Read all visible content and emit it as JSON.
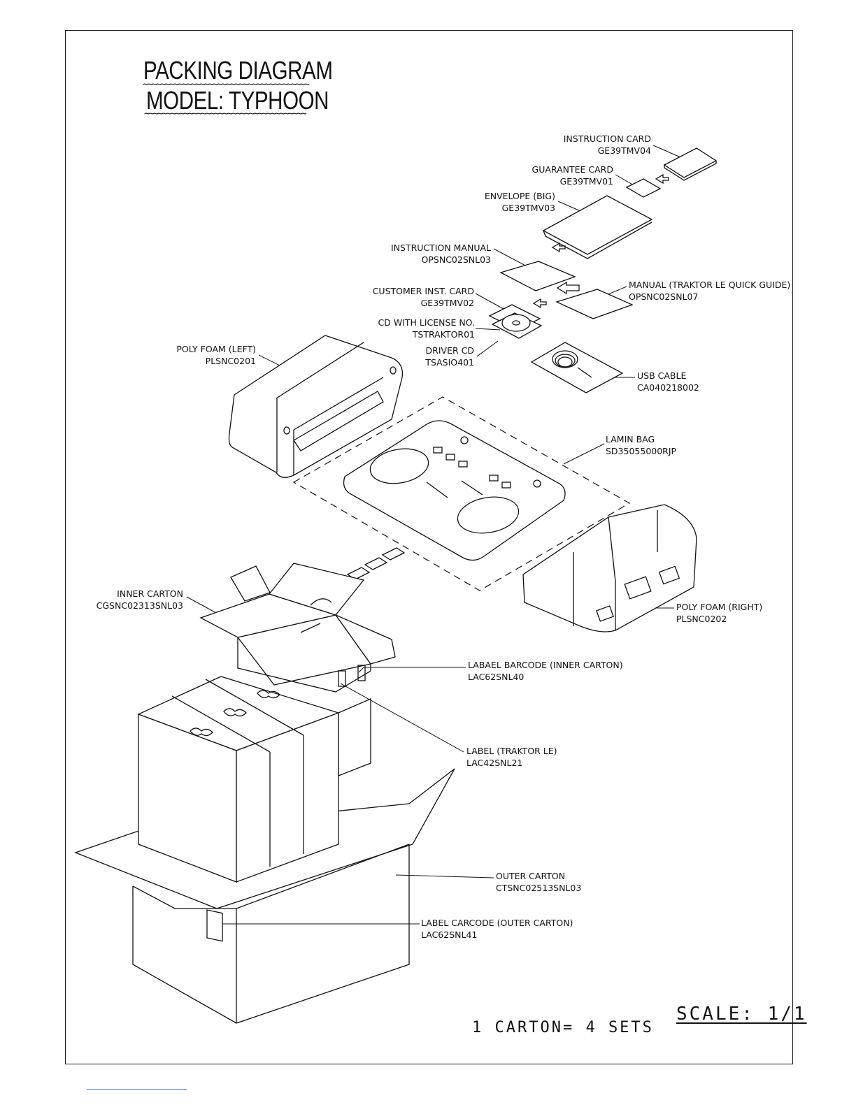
{
  "title": {
    "line1": "PACKING DIAGRAM",
    "line2": "MODEL: TYPHOON"
  },
  "parts": {
    "instruction_card": {
      "name": "INSTRUCTION CARD",
      "code": "GE39TMV04"
    },
    "guarantee_card": {
      "name": "GUARANTEE CARD",
      "code": "GE39TMV01"
    },
    "envelope_big": {
      "name": "ENVELOPE (BIG)",
      "code": "GE39TMV03"
    },
    "instruction_manual": {
      "name": "INSTRUCTION MANUAL",
      "code": "OPSNC02SNL03"
    },
    "traktor_manual": {
      "name": "MANUAL (TRAKTOR LE QUICK GUIDE)",
      "code": "OPSNC02SNL07"
    },
    "customer_inst_card": {
      "name": "CUSTOMER INST. CARD",
      "code": "GE39TMV02"
    },
    "cd_license": {
      "name": "CD WITH LICENSE NO.",
      "code": "TSTRAKTOR01"
    },
    "driver_cd": {
      "name": "DRIVER CD",
      "code": "TSASIO401"
    },
    "poly_foam_left": {
      "name": "POLY FOAM (LEFT)",
      "code": "PLSNC0201"
    },
    "usb_cable": {
      "name": "USB CABLE",
      "code": "CA040218002"
    },
    "lamin_bag": {
      "name": "LAMIN BAG",
      "code": "SD35055000RJP"
    },
    "inner_carton": {
      "name": "INNER CARTON",
      "code": "CGSNC02313SNL03"
    },
    "poly_foam_right": {
      "name": "POLY FOAM (RIGHT)",
      "code": "PLSNC0202"
    },
    "label_barcode_inner": {
      "name": "LABAEL BARCODE (INNER CARTON)",
      "code": "LAC62SNL40"
    },
    "label_traktor": {
      "name": "LABEL (TRAKTOR LE)",
      "code": "LAC42SNL21"
    },
    "outer_carton": {
      "name": "OUTER CARTON",
      "code": "CTSNC02513SNL03"
    },
    "label_barcode_outer": {
      "name": "LABEL CARCODE (OUTER CARTON)",
      "code": "LAC62SNL41"
    }
  },
  "footer": {
    "carton_note": "1 CARTON= 4 SETS",
    "scale": "SCALE: 1/1"
  }
}
